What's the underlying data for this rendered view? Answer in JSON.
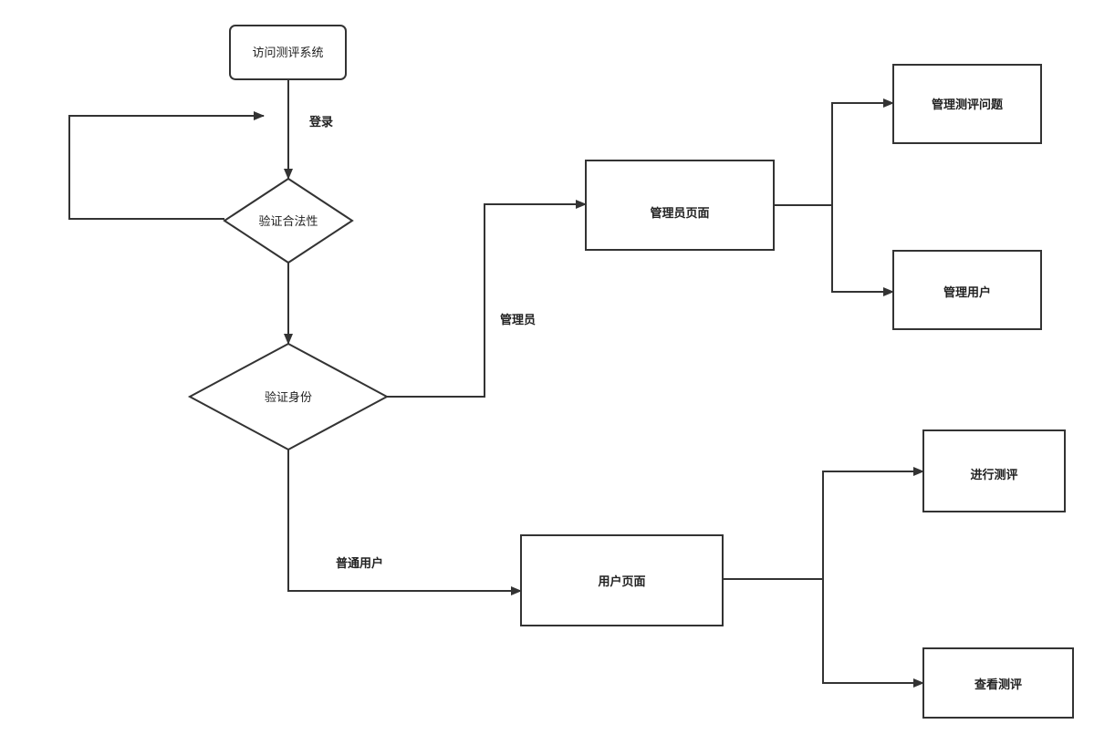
{
  "diagram": {
    "nodes": {
      "visit": "访问测评系统",
      "validate_legality": "验证合法性",
      "validate_identity": "验证身份",
      "admin_page": "管理员页面",
      "manage_questions": "管理测评问题",
      "manage_users": "管理用户",
      "user_page": "用户页面",
      "do_assessment": "进行测评",
      "view_assessment": "查看测评"
    },
    "edges": {
      "login": "登录",
      "admin": "管理员",
      "normal_user": "普通用户"
    }
  },
  "colors": {
    "stroke": "#333333",
    "text": "#222222",
    "background": "#ffffff"
  }
}
